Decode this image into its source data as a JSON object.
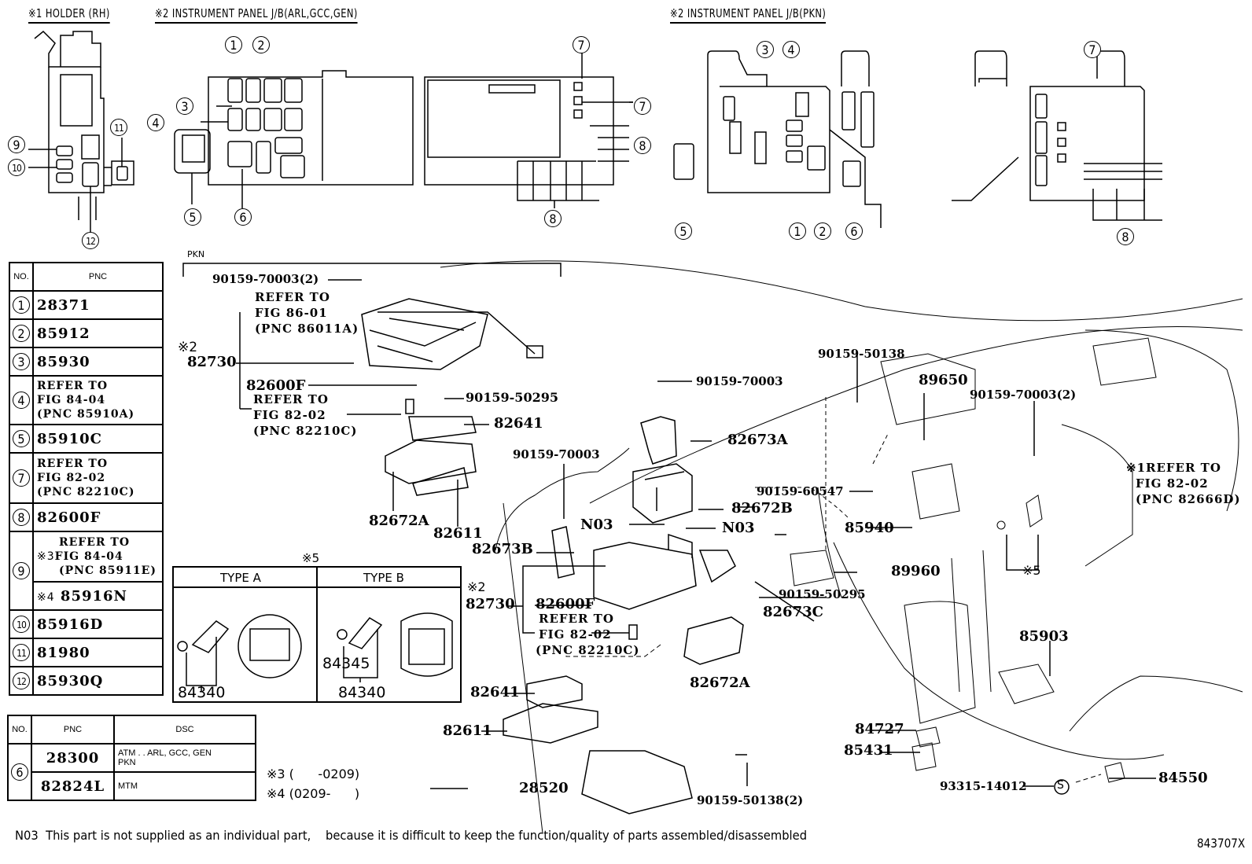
{
  "titles": {
    "holder": "※1 HOLDER (RH)",
    "ip_jb_arl": "※2 INSTRUMENT PANEL J/B(ARL,GCC,GEN)",
    "ip_jb_pkn": "※2 INSTRUMENT PANEL J/B(PKN)",
    "pkn_bracket": "PKN"
  },
  "callout_numbers": [
    "1",
    "2",
    "3",
    "4",
    "5",
    "6",
    "7",
    "8",
    "9",
    "10",
    "11",
    "12"
  ],
  "pnc_table": {
    "headers": {
      "no": "NO.",
      "pnc": "PNC"
    },
    "rows": [
      {
        "no": "1",
        "pnc": "28371"
      },
      {
        "no": "2",
        "pnc": "85912"
      },
      {
        "no": "3",
        "pnc": "85930"
      },
      {
        "no": "4",
        "pnc": [
          "REFER TO",
          "FIG 84-04",
          "(PNC 85910A)"
        ]
      },
      {
        "no": "5",
        "pnc": "85910C"
      },
      {
        "no": "7",
        "pnc": [
          "REFER TO",
          "FIG 82-02",
          "(PNC 82210C)"
        ]
      },
      {
        "no": "8",
        "pnc": "82600F"
      },
      {
        "no": "9",
        "pnc_a_mark": "※3",
        "pnc_a": [
          "REFER TO",
          "FIG 84-04",
          "(PNC 85911E)"
        ],
        "pnc_b_mark": "※4",
        "pnc_b": "85916N"
      },
      {
        "no": "10",
        "pnc": "85916D"
      },
      {
        "no": "11",
        "pnc": "81980"
      },
      {
        "no": "12",
        "pnc": "85930Q"
      }
    ]
  },
  "dsc_table": {
    "headers": {
      "no": "NO.",
      "pnc": "PNC",
      "dsc": "DSC"
    },
    "no": "6",
    "rows": [
      {
        "pnc": "28300",
        "dsc": [
          "ATM . . ARL,  GCC,  GEN",
          "PKN"
        ]
      },
      {
        "pnc": "82824L",
        "dsc": [
          "MTM"
        ]
      }
    ]
  },
  "footnotes": {
    "n3": "※3 (      -0209)",
    "n4": "※4 (0209-      )"
  },
  "type_box": {
    "mark": "※5",
    "type_a": {
      "title": "TYPE A",
      "part": "84340"
    },
    "type_b": {
      "title": "TYPE B",
      "part_top": "84345",
      "part": "84340"
    }
  },
  "labels": {
    "p90159_70003_2_a": "90159-70003(2)",
    "refer_86": [
      "REFER TO",
      "FIG 86-01",
      "(PNC 86011A)"
    ],
    "mark2_a": "※2",
    "p82730_a": "82730",
    "p82600F_a": "82600F",
    "refer_82_a": [
      "REFER TO",
      "FIG 82-02",
      "(PNC 82210C)"
    ],
    "p90159_50295_a": "90159-50295",
    "p82641_a": "82641",
    "p82672A_a": "82672A",
    "p82611_a": "82611",
    "p90159_70003_b": "90159-70003",
    "p82673B": "82673B",
    "p90159_70003_c": "90159-70003",
    "p82673A": "82673A",
    "p82672B": "82672B",
    "n03_a": "N03",
    "n03_b": "N03",
    "mark2_b": "※2",
    "p82730_b": "82730",
    "p82600F_b": "82600F",
    "refer_82_b": [
      "REFER TO",
      "FIG 82-02",
      "(PNC 82210C)"
    ],
    "p90159_50138": "90159-50138",
    "p89650": "89650",
    "p90159_70003_2_b": "90159-70003(2)",
    "p90159_60547": "90159-60547",
    "p85940": "85940",
    "p89960": "89960",
    "p90159_50295_b": "90159-50295",
    "p82673C": "82673C",
    "refer_82666": [
      "※1REFER TO",
      "FIG 82-02",
      "(PNC 82666D)"
    ],
    "mark5": "※5",
    "p85903": "85903",
    "p82672A_b": "82672A",
    "p82641_b": "82641",
    "p82611_b": "82611",
    "p28520": "28520",
    "p90159_50138_2": "90159-50138(2)",
    "p84727": "84727",
    "p85431": "85431",
    "p93315_14012": "93315-14012",
    "screw_s": "S",
    "p84550": "84550"
  },
  "footer": {
    "note": "N03  This part is not supplied as an individual part,    because it is difficult to keep the function/quality of parts assembled/disassembled",
    "code": "843707X"
  }
}
